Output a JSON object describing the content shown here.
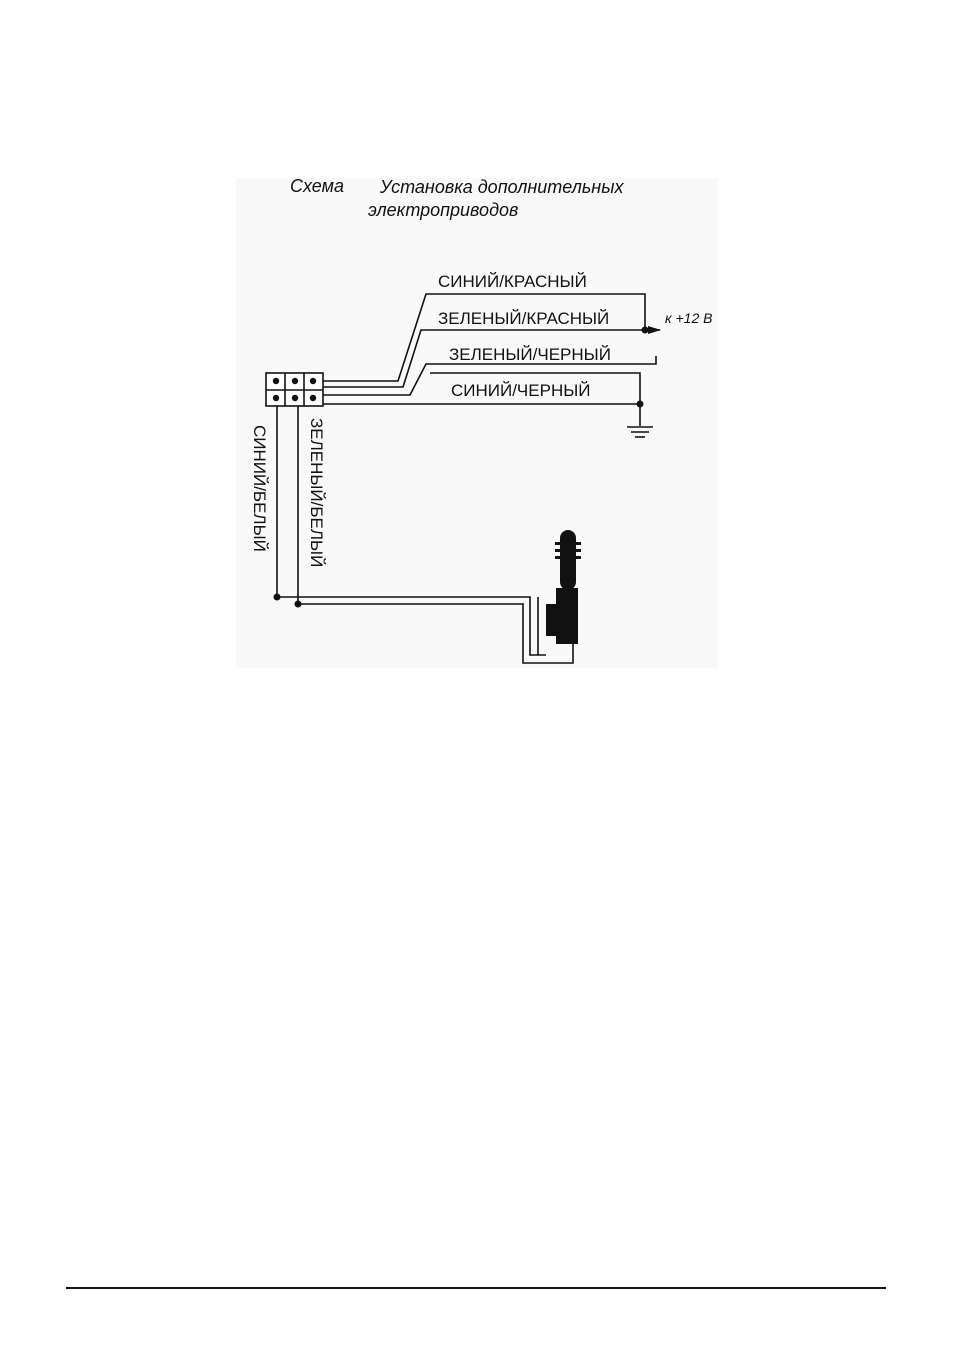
{
  "diagram": {
    "caption": {
      "prefix": "Схема",
      "title": "Установка дополнительных электроприводов"
    },
    "wires": {
      "blue_red": "СИНИЙ/КРАСНЫЙ",
      "green_red": "ЗЕЛЕНЫЙ/КРАСНЫЙ",
      "green_black": "ЗЕЛЕНЫЙ/ЧЕРНЫЙ",
      "blue_black": "СИНИЙ/ЧЕРНЫЙ",
      "blue_white": "СИНИЙ/БЕЛЫЙ",
      "green_white": "ЗЕЛЕНЫЙ/БЕЛЫЙ"
    },
    "power_note": "к +12 В",
    "colors": {
      "line": "#111111",
      "figure_background": "#f9f9f9"
    }
  }
}
